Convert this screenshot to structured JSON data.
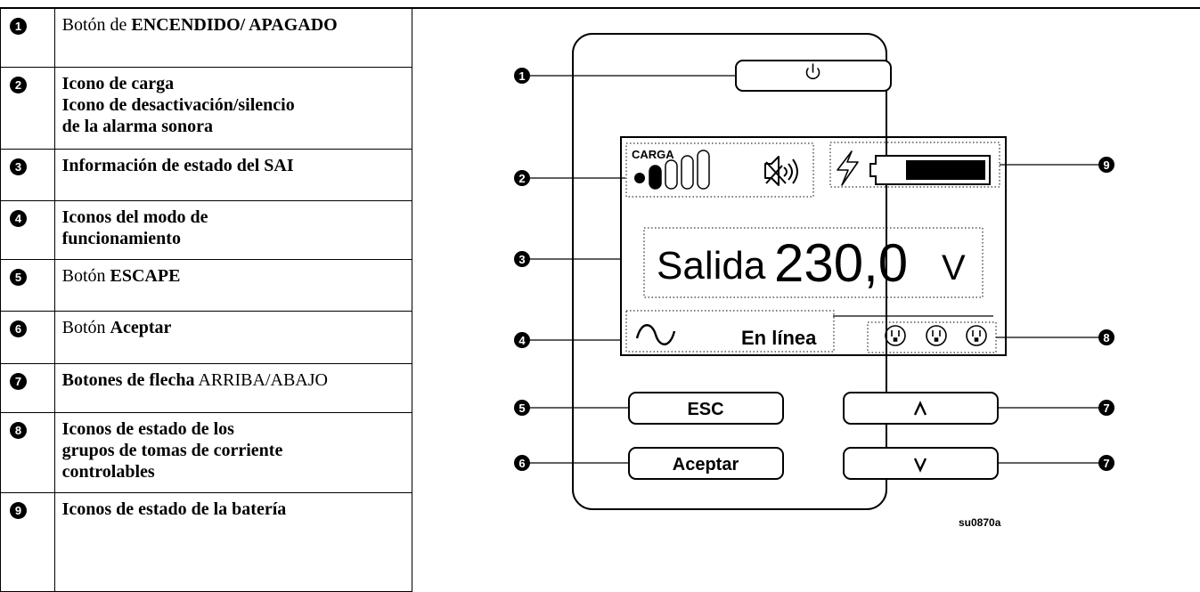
{
  "legend": {
    "rows": [
      {
        "number": "1",
        "parts": [
          {
            "text": "Botón de ",
            "bold": false
          },
          {
            "text": "ENCENDIDO/ APAGADO",
            "bold": true
          }
        ]
      },
      {
        "number": "2",
        "lines": [
          "Icono de carga",
          "Icono de desactivación/silencio",
          "de la alarma sonora"
        ],
        "bold": true
      },
      {
        "number": "3",
        "lines": [
          "Información de estado del SAI"
        ],
        "bold": true
      },
      {
        "number": "4",
        "lines": [
          "Iconos del modo de",
          "funcionamiento"
        ],
        "bold": true
      },
      {
        "number": "5",
        "parts": [
          {
            "text": "Botón ",
            "bold": false
          },
          {
            "text": "ESCAPE",
            "bold": true
          }
        ]
      },
      {
        "number": "6",
        "parts": [
          {
            "text": "Botón ",
            "bold": false
          },
          {
            "text": "Aceptar",
            "bold": true
          }
        ]
      },
      {
        "number": "7",
        "parts": [
          {
            "text": "Botones de flecha",
            "bold": true
          },
          {
            "text": " ARRIBA/ABAJO",
            "bold": false
          }
        ]
      },
      {
        "number": "8",
        "lines": [
          "Iconos de estado de los",
          "grupos de tomas de corriente",
          "controlables"
        ],
        "bold": true
      },
      {
        "number": "9",
        "lines": [
          "Iconos de estado de la batería"
        ],
        "bold": true
      }
    ]
  },
  "device": {
    "load_label": "CARGA",
    "status_prefix": "Salida",
    "status_value": "230,0",
    "status_unit": "V",
    "mode_text": "En línea",
    "esc_label": "ESC",
    "accept_label": "Aceptar",
    "up_glyph": "∧",
    "down_glyph": "∨",
    "power_glyph": "⏻",
    "figure_id": "su0870a"
  },
  "callouts": [
    "1",
    "2",
    "3",
    "4",
    "5",
    "6",
    "7",
    "7",
    "8",
    "9"
  ]
}
